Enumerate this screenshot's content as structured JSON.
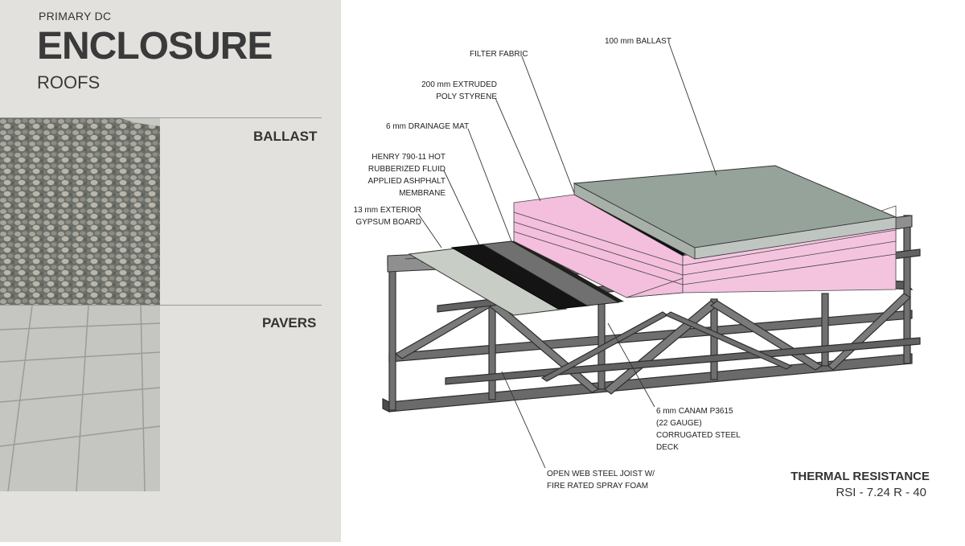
{
  "header": {
    "eyebrow": "PRIMARY DC",
    "title": "ENCLOSURE",
    "subtitle": "ROOFS"
  },
  "sections": {
    "ballast": "BALLAST",
    "pavers": "PAVERS"
  },
  "callouts": {
    "ballast_100": "100 mm BALLAST",
    "filter_fabric": "FILTER FABRIC",
    "xps_line1": "200 mm EXTRUDED",
    "xps_line2": "POLY STYRENE",
    "drainage": "6 mm DRAINAGE MAT",
    "henry_line1": "HENRY 790-11 HOT",
    "henry_line2": "RUBBERIZED FLUID",
    "henry_line3": "APPLIED ASHPHALT",
    "henry_line4": "MEMBRANE",
    "gypsum_line1": "13 mm EXTERIOR",
    "gypsum_line2": "GYPSUM BOARD",
    "deck_line1": "6 mm CANAM P3615",
    "deck_line2": "(22 GAUGE)",
    "deck_line3": "CORRUGATED STEEL",
    "deck_line4": "DECK",
    "joist_line1": "OPEN WEB STEEL JOIST W/",
    "joist_line2": "FIRE RATED SPRAY FOAM"
  },
  "thermal": {
    "title": "THERMAL RESISTANCE",
    "value": "RSI - 7.24  R - 40"
  },
  "colors": {
    "panel": "#e3e1dd",
    "insulation": "#f0b8d8",
    "membrane": "#1a1a1a",
    "ballast": "#9aa29c",
    "steel": "#555555"
  }
}
